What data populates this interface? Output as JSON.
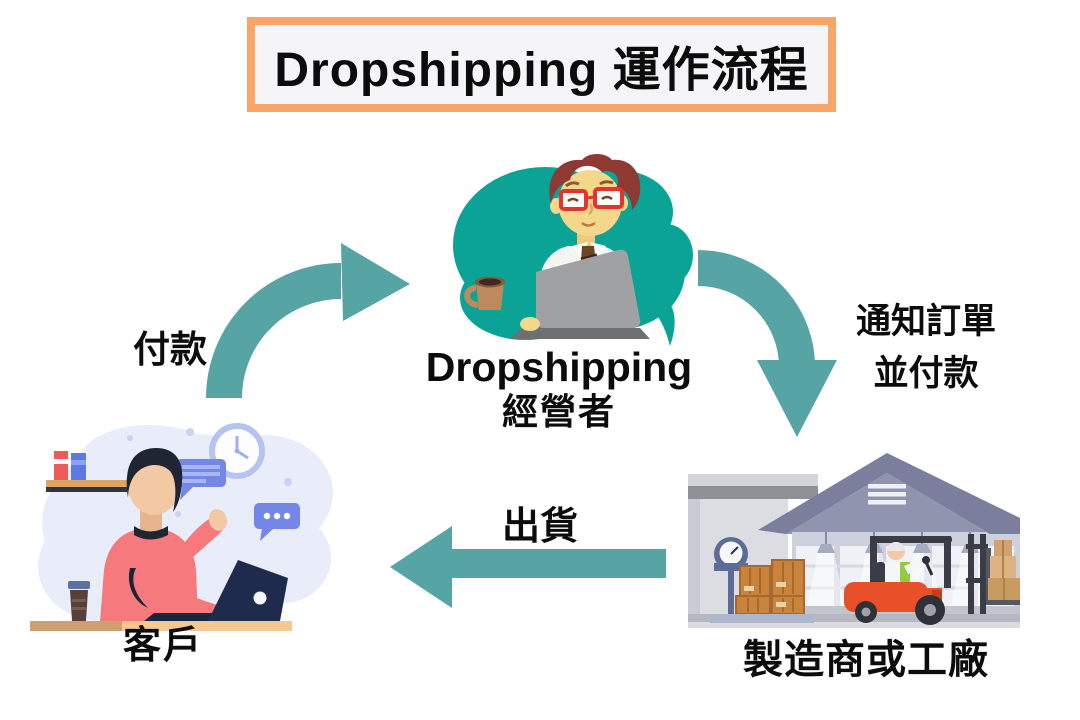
{
  "title": "Dropshipping 運作流程",
  "diagram": {
    "type": "cycle-flow",
    "nodes": [
      {
        "id": "operator",
        "label_line1": "Dropshipping",
        "label_line2": "經營者",
        "icon": "operator-at-laptop-icon"
      },
      {
        "id": "factory",
        "label": "製造商或工廠",
        "icon": "warehouse-forklift-icon"
      },
      {
        "id": "customer",
        "label": "客戶",
        "icon": "customer-at-desk-icon"
      }
    ],
    "arrows": [
      {
        "from": "customer",
        "to": "operator",
        "label": "付款"
      },
      {
        "from": "operator",
        "to": "factory",
        "label_line1": "通知訂單",
        "label_line2": "並付款"
      },
      {
        "from": "factory",
        "to": "customer",
        "label": "出貨"
      }
    ]
  },
  "colors": {
    "arrow_teal": "#57A4A4",
    "title_border_orange": "#F7A568",
    "title_background": "#F5F4F6",
    "operator_blob_teal": "#0BA396",
    "customer_blob_lavender": "#E9EDFA",
    "forklift_orange": "#E8502A",
    "text": "#0C0C0C"
  }
}
